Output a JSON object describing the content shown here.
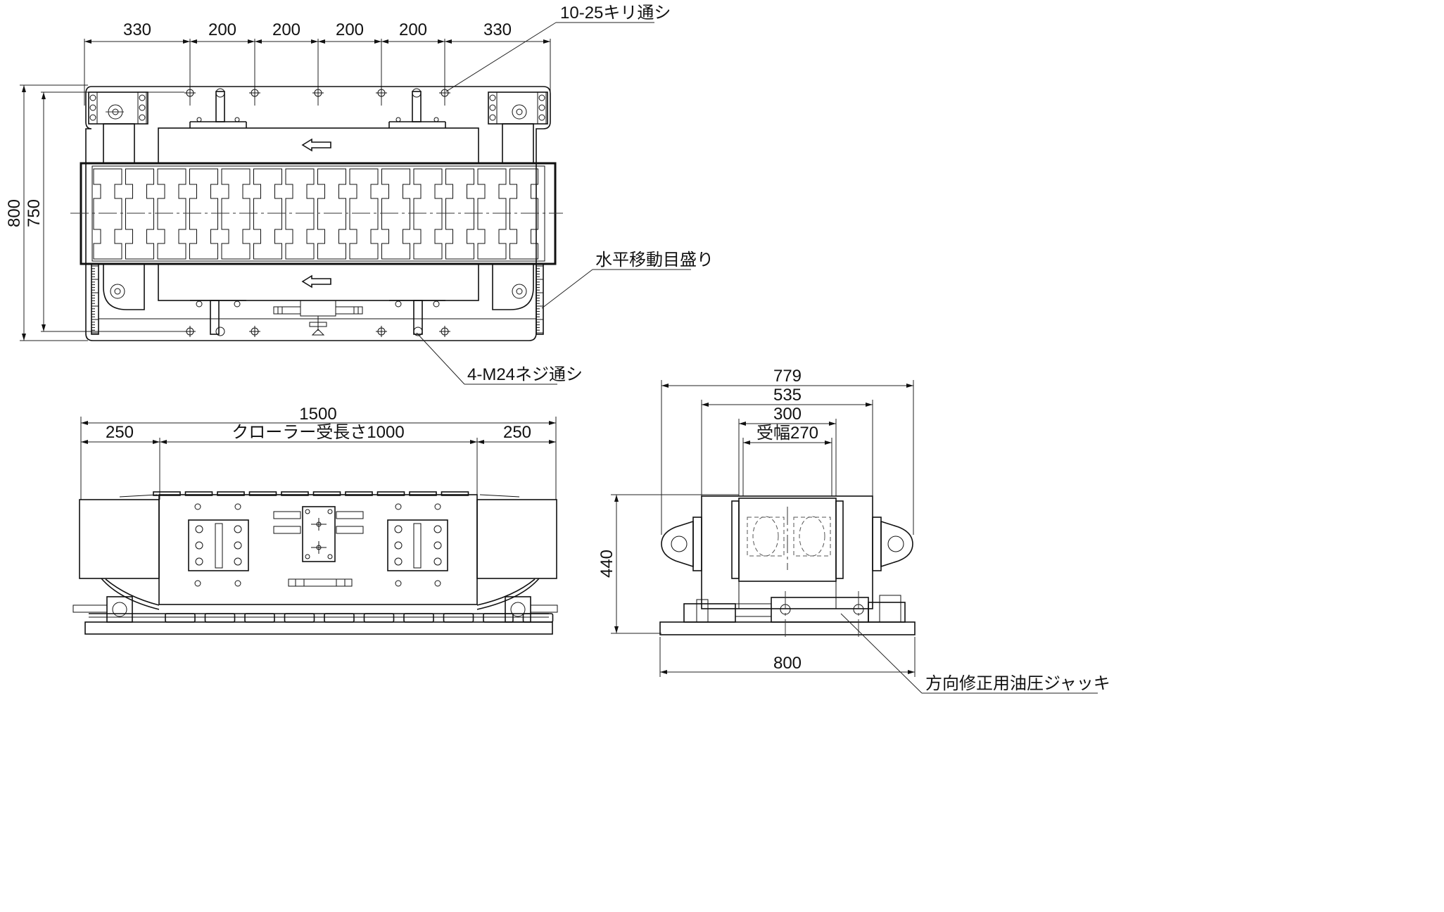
{
  "plan_view": {
    "top_dims": [
      "330",
      "200",
      "200",
      "200",
      "200",
      "330"
    ],
    "height_outer": "800",
    "height_inner": "750",
    "callout_holes": "10-25キリ通シ",
    "callout_scale": "水平移動目盛り",
    "callout_screws": "4-M24ネジ通シ"
  },
  "front_view": {
    "overall": "1500",
    "left": "250",
    "crawler": "クローラー受長さ1000",
    "right": "250"
  },
  "side_view": {
    "top_width": "779",
    "mid_width": "535",
    "inner_width": "300",
    "receiving_width": "受幅270",
    "height": "440",
    "base_width": "800",
    "callout_jack": "方向修正用油圧ジャッキ"
  }
}
